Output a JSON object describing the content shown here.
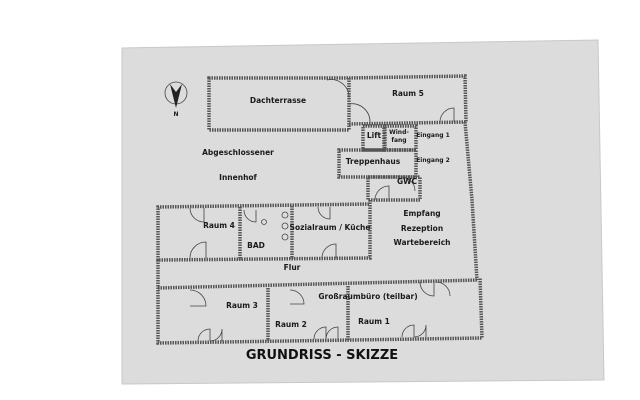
{
  "title": "GRUNDRISS - SKIZZE",
  "compass": {
    "label": "N",
    "icon": "north-arrow-icon"
  },
  "rooms": {
    "dachterrasse": "Dachterrasse",
    "raum5": "Raum 5",
    "lift": "Lift",
    "windfang_1": "Wind-",
    "windfang_2": "fang",
    "eingang1": "Eingang 1",
    "eingang2": "Eingang 2",
    "treppenhaus": "Treppenhaus",
    "gwc": "GWC",
    "innenhof_1": "Abgeschlossener",
    "innenhof_2": "Innenhof",
    "empfang": "Empfang",
    "rezeption": "Rezeption",
    "wartebereich": "Wartebereich",
    "raum4": "Raum 4",
    "bad": "BAD",
    "sozialraum": "Sozialraum / Küche",
    "flur": "Flur",
    "raum3": "Raum 3",
    "raum2": "Raum 2",
    "grossraum": "Großraumbüro (teilbar)",
    "raum1": "Raum 1"
  },
  "colors": {
    "paper": "#dcdcdc",
    "wall": "#555555"
  }
}
